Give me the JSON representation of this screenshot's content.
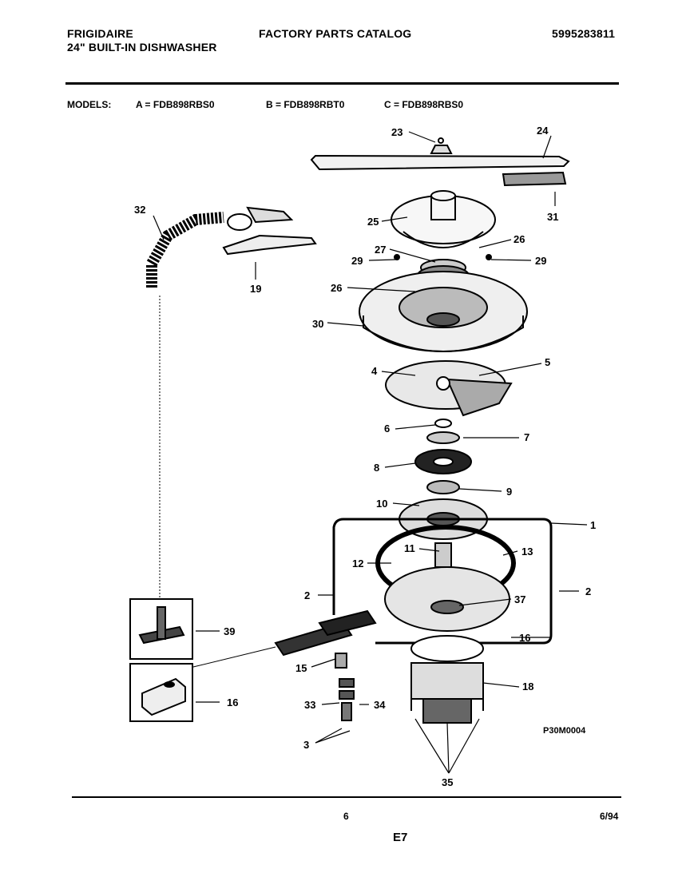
{
  "header": {
    "brand": "FRIGIDAIRE",
    "product": "24\" BUILT-IN DISHWASHER",
    "catalog": "FACTORY PARTS CATALOG",
    "doc_number": "5995283811"
  },
  "models": {
    "label": "MODELS:",
    "a": "A = FDB898RBS0",
    "b": "B = FDB898RBT0",
    "c": "C = FDB898RBS0"
  },
  "diagram": {
    "code": "P30M0004",
    "callouts": [
      "1",
      "2",
      "2",
      "3",
      "4",
      "5",
      "6",
      "7",
      "8",
      "9",
      "10",
      "11",
      "12",
      "13",
      "15",
      "16",
      "16",
      "18",
      "19",
      "23",
      "24",
      "25",
      "26",
      "26",
      "27",
      "29",
      "29",
      "30",
      "31",
      "32",
      "33",
      "34",
      "35",
      "37",
      "39"
    ]
  },
  "footer": {
    "page": "6",
    "date": "6/94",
    "section": "E7"
  }
}
